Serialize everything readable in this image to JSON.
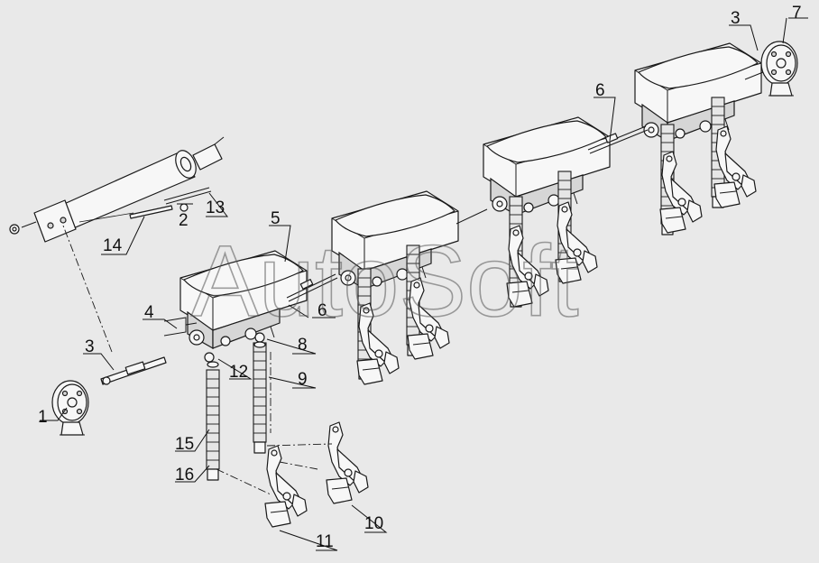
{
  "watermark": "AutoSoft",
  "callouts": {
    "c1": "1",
    "c2": "2",
    "c3a": "3",
    "c3b": "3",
    "c4": "4",
    "c5": "5",
    "c6a": "6",
    "c6b": "6",
    "c7": "7",
    "c8": "8",
    "c9": "9",
    "c10": "10",
    "c11": "11",
    "c12": "12",
    "c13": "13",
    "c14": "14",
    "c15": "15",
    "c16": "16"
  }
}
